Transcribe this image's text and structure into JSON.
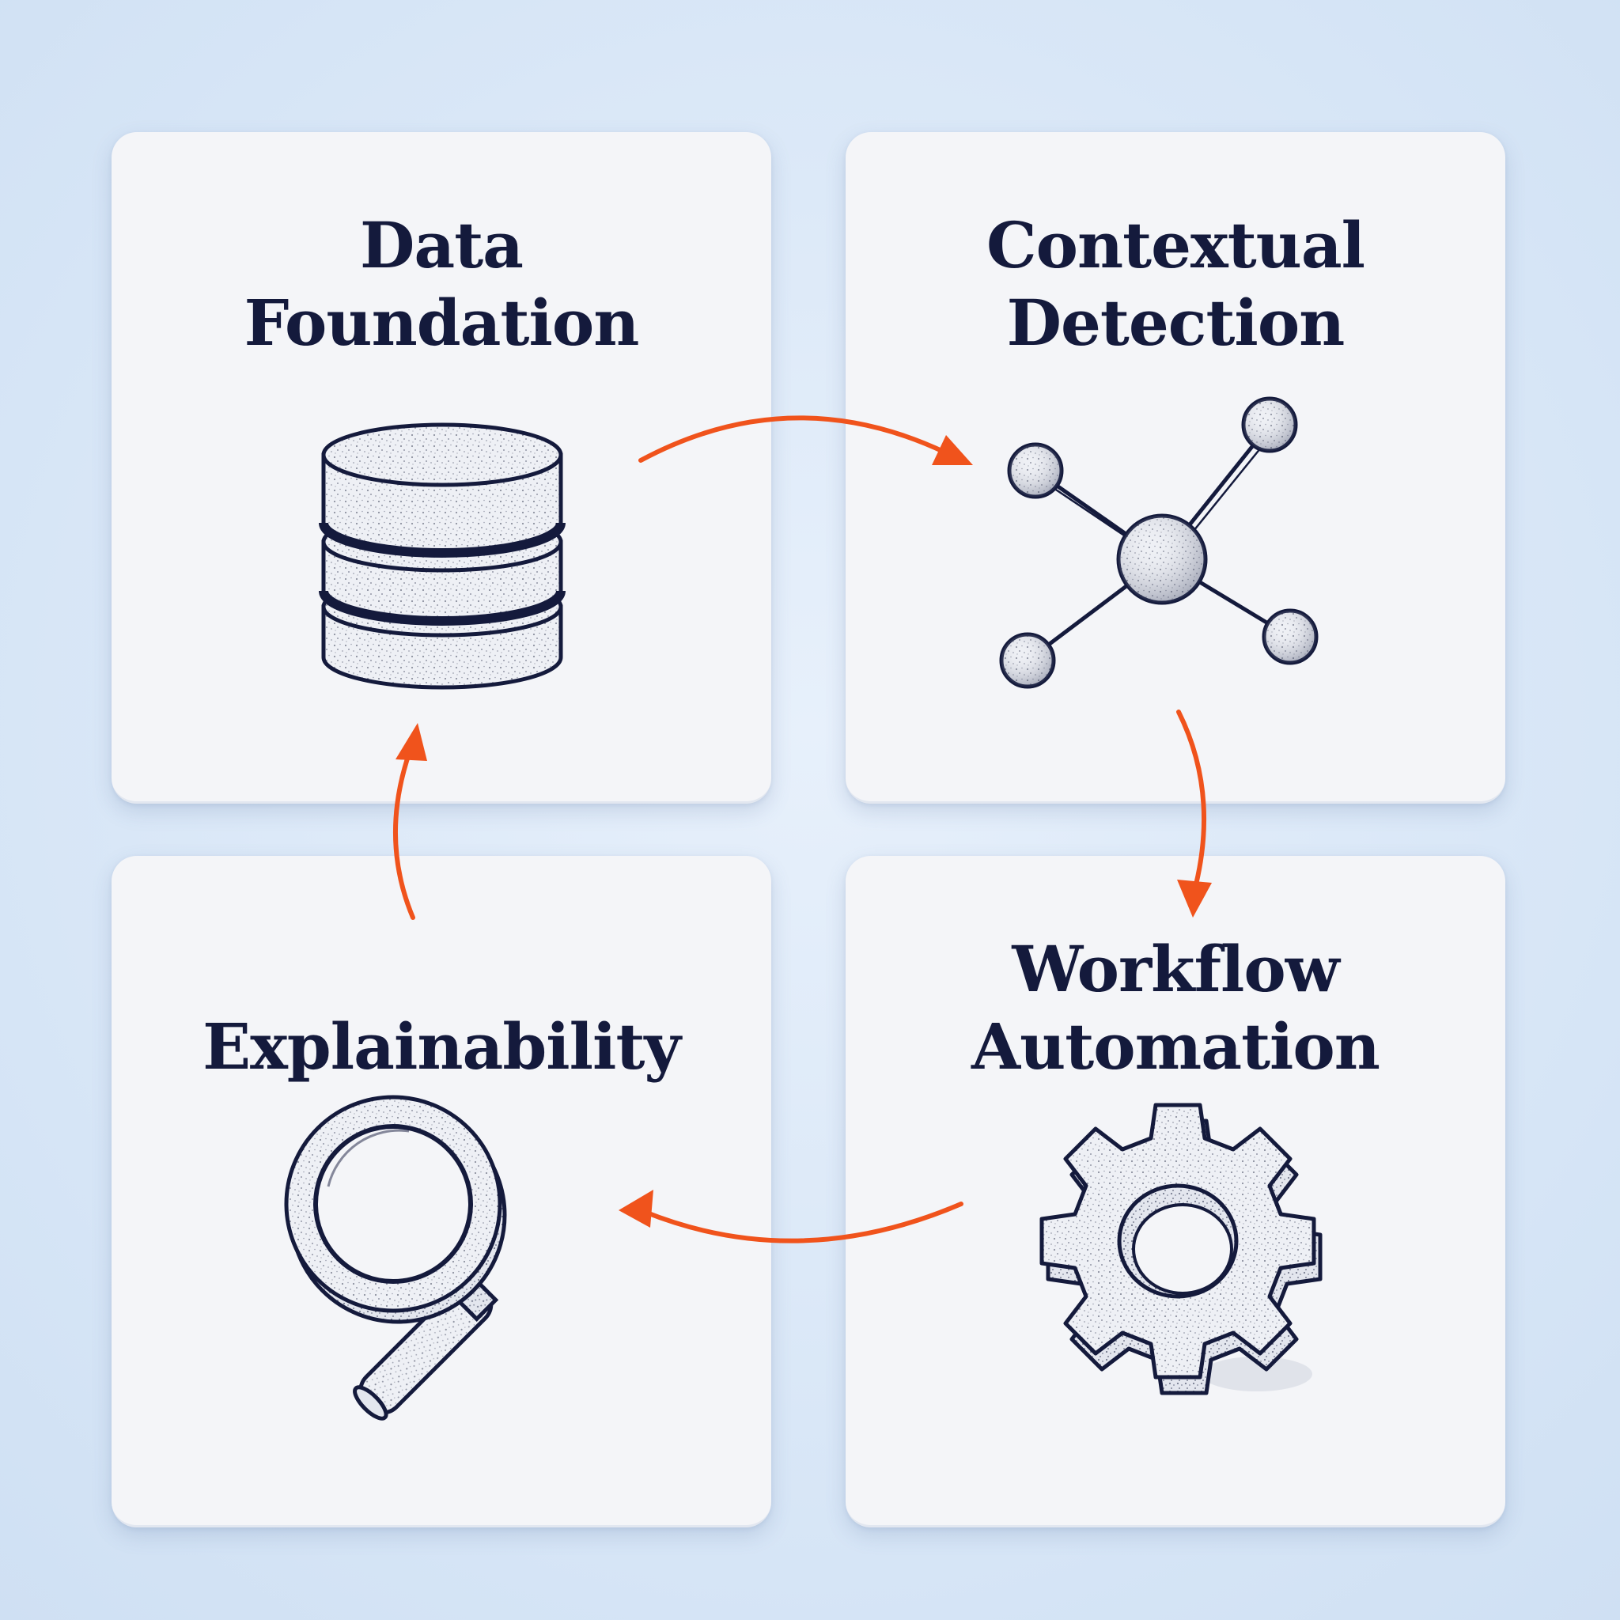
{
  "cards": [
    {
      "title_lines": [
        "Data",
        "Foundation"
      ],
      "icon": "database-icon"
    },
    {
      "title_lines": [
        "Contextual",
        "Detection"
      ],
      "icon": "network-icon"
    },
    {
      "title_lines": [
        "Explainability"
      ],
      "icon": "magnifying-glass-icon"
    },
    {
      "title_lines": [
        "Workflow",
        "Automation"
      ],
      "icon": "gear-icon"
    }
  ],
  "colors": {
    "background": "#d9e7f7",
    "card": "#f4f5f8",
    "text": "#141a3c",
    "arrow": "#f0531c"
  }
}
